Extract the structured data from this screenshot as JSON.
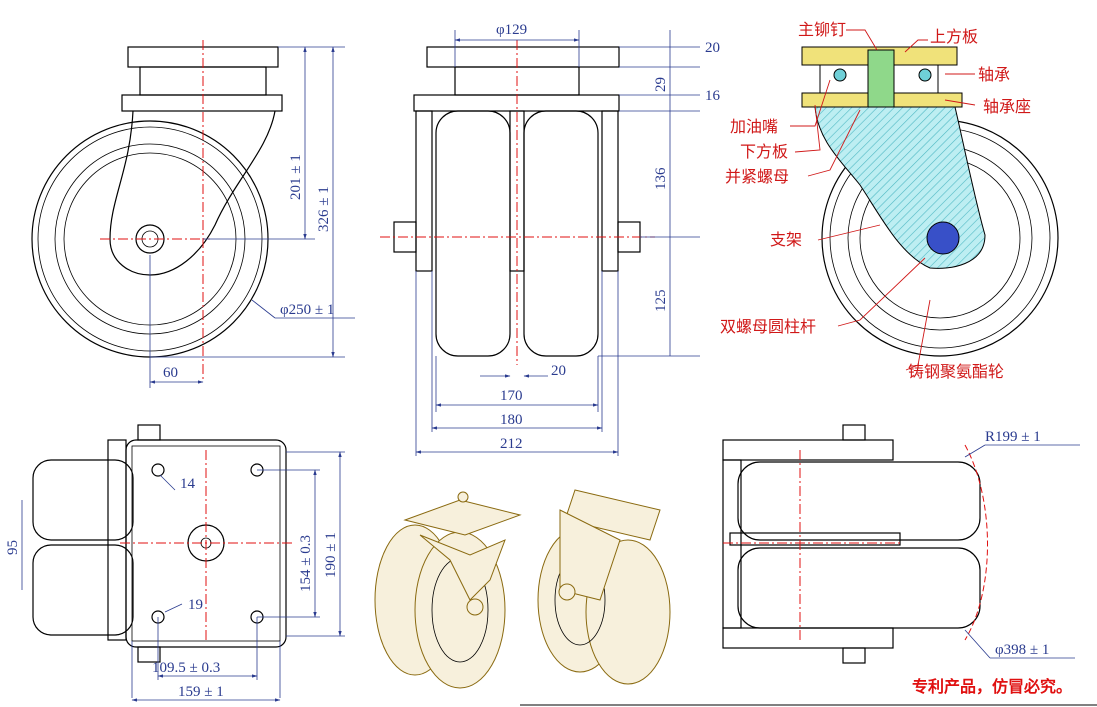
{
  "side_view": {
    "dims": {
      "phi250": "φ250 ± 1",
      "h201": "201 ± 1",
      "h326": "326 ± 1",
      "off60": "60"
    }
  },
  "front_view": {
    "dims": {
      "phi129": "φ129",
      "t20": "20",
      "t29": "29",
      "t16": "16",
      "h136": "136",
      "h125": "125",
      "w20": "20",
      "w170": "170",
      "w180": "180",
      "w212": "212"
    }
  },
  "section_view": {
    "labels": {
      "main_rivet": "主铆钉",
      "top_plate": "上方板",
      "bearing": "轴承",
      "bearing_seat": "轴承座",
      "grease_nipple": "加油嘴",
      "bottom_plate": "下方板",
      "lock_nut": "并紧螺母",
      "bracket": "支架",
      "axle": "双螺母圆柱杆",
      "wheel": "铸钢聚氨酯轮"
    }
  },
  "top_view": {
    "dims": {
      "d14": "14",
      "d19": "19",
      "d95": "95",
      "h154": "154 ± 0.3",
      "h190": "190 ± 1",
      "w109": "109.5 ± 0.3",
      "w159": "159 ± 1"
    }
  },
  "bottom_view": {
    "dims": {
      "r199": "R199 ± 1",
      "phi398": "φ398 ± 1"
    }
  },
  "notice": "专利产品，仿冒必究。",
  "colors": {
    "dimension": "#2a3b8f",
    "label": "#d01818",
    "centerline": "#e01010",
    "hatch": "#6fd0d8",
    "plate": "#f0e27a",
    "render": "#8a6a10"
  }
}
